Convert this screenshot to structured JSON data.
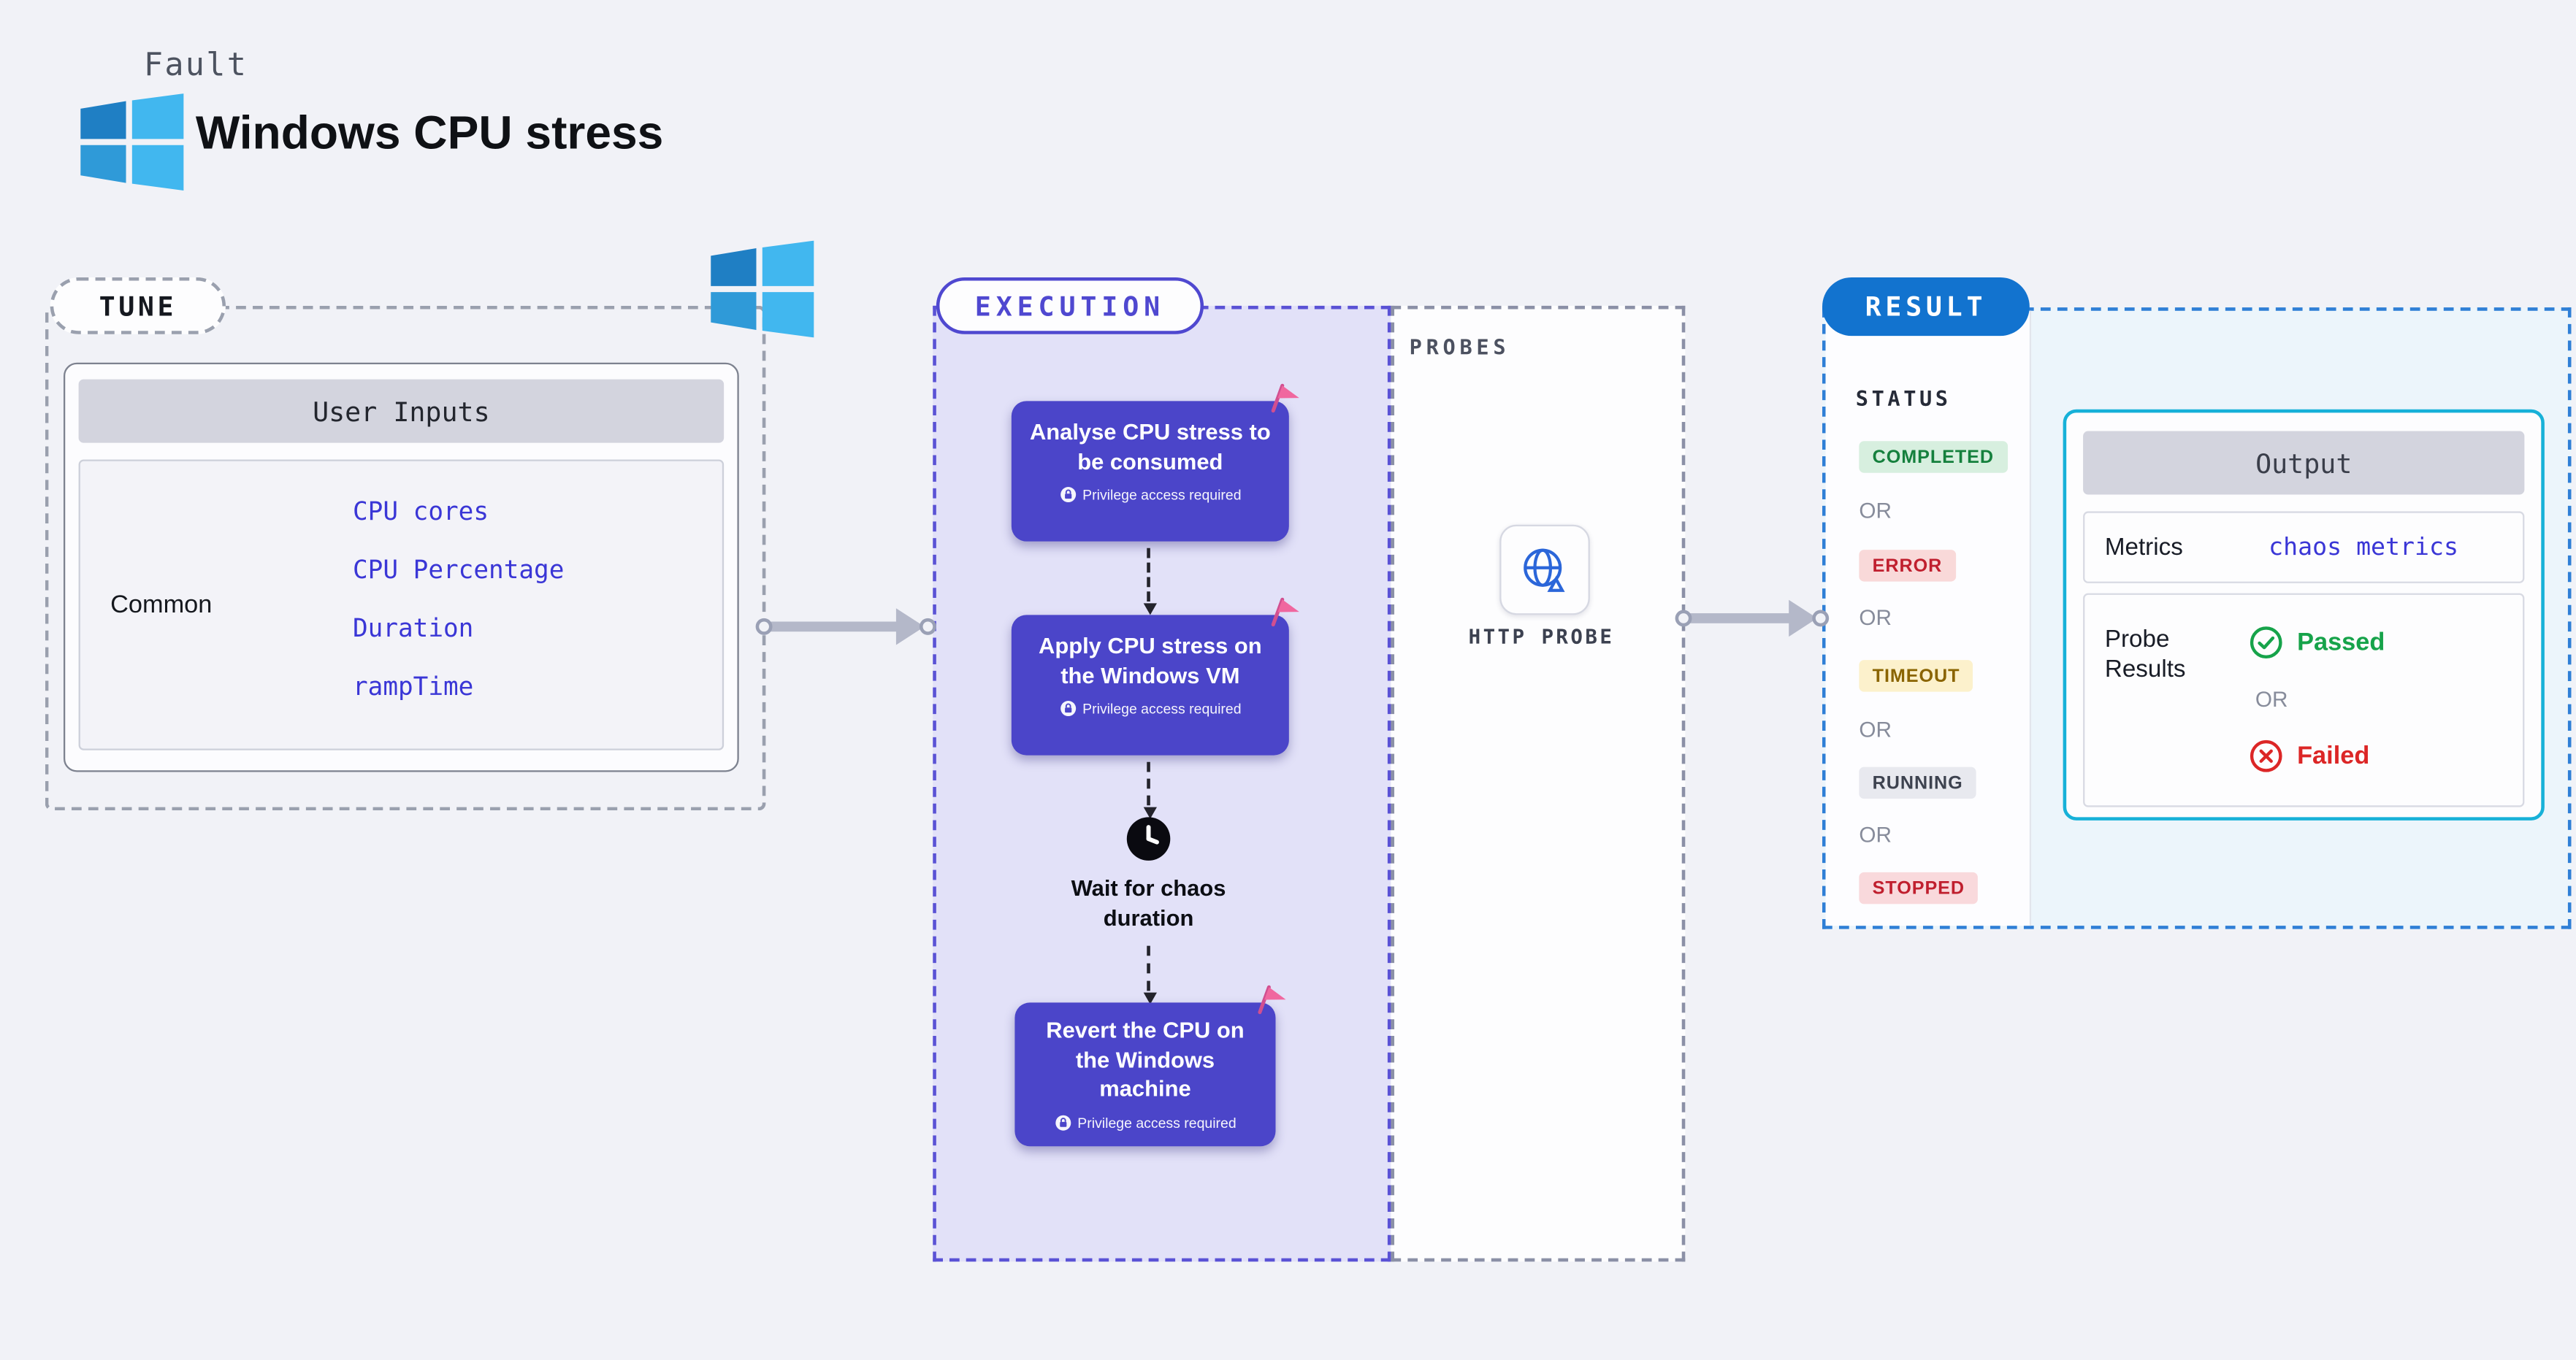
{
  "header": {
    "kicker": "Fault",
    "title": "Windows CPU stress"
  },
  "tune": {
    "label": "TUNE",
    "user_inputs": {
      "header": "User Inputs",
      "group": "Common",
      "links": [
        "CPU cores",
        "CPU Percentage",
        "Duration",
        "rampTime"
      ]
    }
  },
  "execution": {
    "label": "EXECUTION",
    "steps": [
      {
        "title": "Analyse CPU stress to be consumed",
        "badge": "Privilege access required"
      },
      {
        "title": "Apply CPU stress on the Windows VM",
        "badge": "Privilege access required"
      },
      {
        "title": "Wait for chaos duration"
      },
      {
        "title": "Revert the CPU on the Windows machine",
        "badge": "Privilege access required"
      }
    ],
    "probes": {
      "label": "PROBES",
      "probe": "HTTP PROBE"
    }
  },
  "result": {
    "label": "RESULT",
    "status_header": "STATUS",
    "or": "OR",
    "statuses": [
      {
        "label": "COMPLETED",
        "fg": "#15803d",
        "bg": "#d7efdf"
      },
      {
        "label": "ERROR",
        "fg": "#c01f2e",
        "bg": "#f9d9d9"
      },
      {
        "label": "TIMEOUT",
        "fg": "#8a6400",
        "bg": "#fcf1cc"
      },
      {
        "label": "RUNNING",
        "fg": "#3d424f",
        "bg": "#e8e9ef"
      },
      {
        "label": "STOPPED",
        "fg": "#c01f2e",
        "bg": "#f9d9dc"
      }
    ],
    "output": {
      "header": "Output",
      "metrics_label": "Metrics",
      "metrics_value": "chaos metrics",
      "probe_results_label": "Probe Results",
      "passed": "Passed",
      "failed": "Failed"
    }
  },
  "colors": {
    "page_bg": "#f1f2f7",
    "step_bg": "#4b45c9",
    "execution_accent": "#4f48d0",
    "execution_bg": "#e2e1f8",
    "result_accent": "#1273cf",
    "output_border": "#17b1d8",
    "link": "#3a36d6",
    "passed": "#16a34a",
    "failed": "#dc2626",
    "flag": "#f0679f"
  },
  "icons": {
    "windows_logo": "windows-logo-icon",
    "flag": "flag-icon",
    "lock": "lock-icon",
    "clock": "clock-icon",
    "globe": "globe-icon",
    "passed": "check-circle-icon",
    "failed": "x-circle-icon"
  }
}
